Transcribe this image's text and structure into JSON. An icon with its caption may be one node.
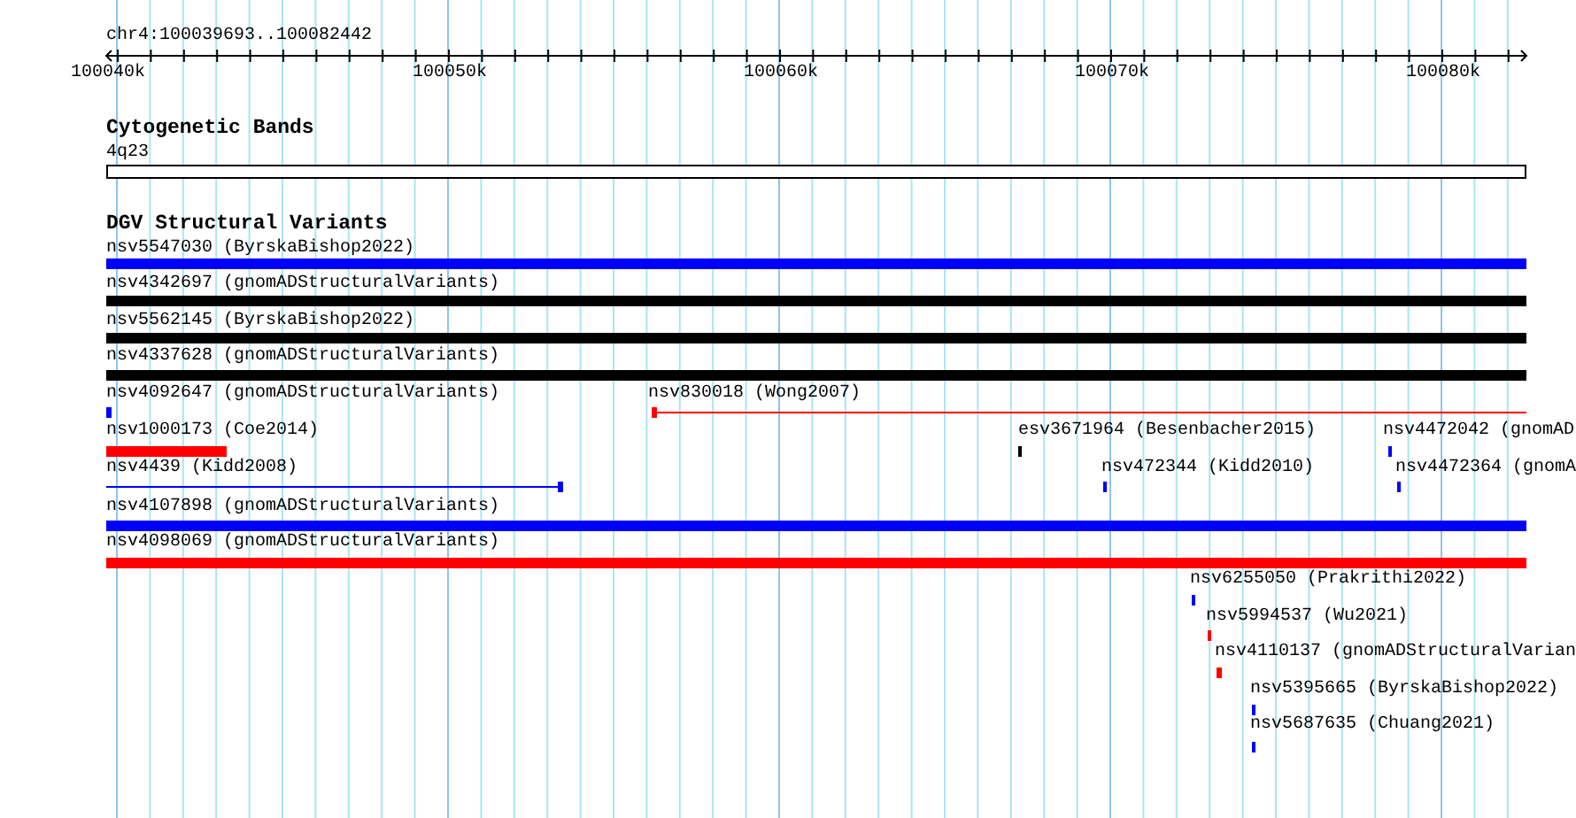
{
  "diagram": {
    "nodes": [
      {
        "text": [
          "4q23"
        ]
      },
      {
        "text": [
          "nsv5547030 (ByrskaBishop2022)"
        ]
      },
      {
        "text": [
          "nsv4342697 (gnomADStructuralVariants)"
        ]
      },
      {
        "text": [
          "nsv5562145 (ByrskaBishop2022)"
        ]
      },
      {
        "text": [
          "nsv4337628 (gnomADStructuralVariants)"
        ]
      },
      {
        "text": [
          "nsv4092647 (gnomADStructuralVariants)"
        ]
      },
      {
        "text": [
          "nsv830018 (Wong2007)"
        ]
      },
      {
        "text": [
          "nsv1000173 (Coe2014)"
        ]
      },
      {
        "text": [
          "esv3671964 (Besenbacher2015)"
        ]
      },
      {
        "text": [
          "nsv4472042 (gnomAD"
        ]
      },
      {
        "text": [
          "nsv4439 (Kidd2008)"
        ]
      },
      {
        "text": [
          "nsv472344 (Kidd2010)"
        ]
      },
      {
        "text": [
          "nsv4472364 (gnomA"
        ]
      },
      {
        "text": [
          "nsv4107898 (gnomADStructuralVariants)"
        ]
      },
      {
        "text": [
          "nsv4098069 (gnomADStructuralVariants)"
        ]
      },
      {
        "text": [
          "nsv6255050 (Prakrithi2022)"
        ]
      },
      {
        "text": [
          "nsv5994537 (Wu2021)"
        ]
      },
      {
        "text": [
          "nsv4110137 (gnomADStructuralVarian"
        ]
      },
      {
        "text": [
          "nsv5395665 (ByrskaBishop2022)"
        ]
      },
      {
        "text": [
          "nsv5687635 (Chuang2021)"
        ]
      }
    ],
    "labels": [
      "chr4:100039693..100082442",
      "100040k",
      "100050k",
      "100060k",
      "100070k",
      "100080k",
      "Cytogenetic Bands",
      "DGV Structural Variants"
    ]
  }
}
